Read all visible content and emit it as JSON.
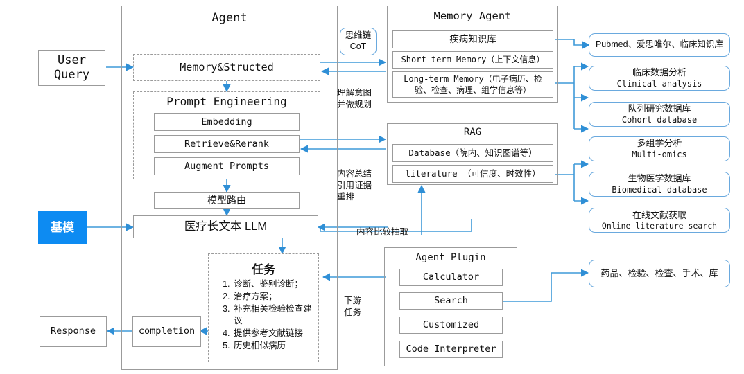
{
  "diagram": {
    "title": "Medical Agent Architecture Flow Diagram",
    "accent_blue": "#0d8bf2",
    "wire_blue": "#3f9ad8",
    "box_grey": "#9b9b9b",
    "round_blue_border": "#6aa9de"
  },
  "left": {
    "user_query": "User\nQuery",
    "base_model": "基模",
    "response": "Response",
    "completion": "completion"
  },
  "agent": {
    "title": "Agent",
    "memory_structed": "Memory&Structed",
    "prompt_engineering": {
      "title": "Prompt Engineering",
      "items": [
        "Embedding",
        "Retrieve&Rerank",
        "Augment Prompts"
      ]
    },
    "model_router": "模型路由",
    "llm": "医疗长文本 LLM",
    "task": {
      "title": "任务",
      "items": [
        "诊断、鉴别诊断；",
        "治疗方案；",
        "补充相关检验检查建议",
        "提供参考文献链接",
        "历史相似病历"
      ]
    }
  },
  "annotations": {
    "cot": "思维链\nCoT",
    "understand_intent": "理解意图\n并做规划",
    "summarize": "内容总结\n引用证据\n重排",
    "compare_extract": "内容比较抽取",
    "downstream": "下游\n任务"
  },
  "memory_agent": {
    "title": "Memory  Agent",
    "items": [
      "疾病知识库",
      "Short-term Memory（上下文信息）",
      "Long-term Memory（电子病历、检验、检查、病理、组学信息等）"
    ]
  },
  "rag": {
    "title": "RAG",
    "items": [
      "Database（院内、知识图谱等）",
      "literature （可信度、时效性）"
    ]
  },
  "agent_plugin": {
    "title": "Agent Plugin",
    "items": [
      "Calculator",
      "Search",
      "Customized",
      "Code Interpreter"
    ]
  },
  "right_column": [
    {
      "cn": "Pubmed、爱思唯尔、临床知识库",
      "en": ""
    },
    {
      "cn": "临床数据分析",
      "en": "Clinical analysis"
    },
    {
      "cn": "队列研究数据库",
      "en": "Cohort database"
    },
    {
      "cn": "多组学分析",
      "en": "Multi-omics"
    },
    {
      "cn": "生物医学数据库",
      "en": "Biomedical database"
    },
    {
      "cn": "在线文献获取",
      "en": "Online literature search"
    },
    {
      "cn": "药品、检验、检查、手术、库",
      "en": ""
    }
  ]
}
